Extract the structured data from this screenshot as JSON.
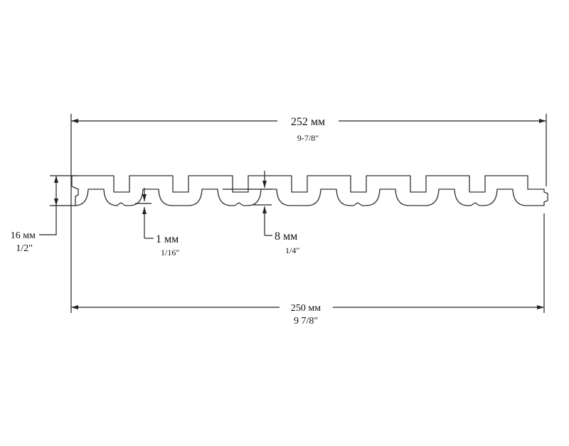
{
  "title": "Panel profile drawing",
  "dimensions": {
    "overall_width": {
      "metric": "252 мм",
      "imperial": "9-7/8\""
    },
    "base_width": {
      "metric": "250 мм",
      "imperial": "9 7/8\""
    },
    "thickness": {
      "metric": "16 мм",
      "imperial": "1/2\""
    },
    "rib_step": {
      "metric": "1 мм",
      "imperial": "1/16\""
    },
    "groove_depth": {
      "metric": "8 мм",
      "imperial": "1/4\""
    }
  },
  "profile": {
    "groove_count": 7,
    "rib_count": 8
  }
}
